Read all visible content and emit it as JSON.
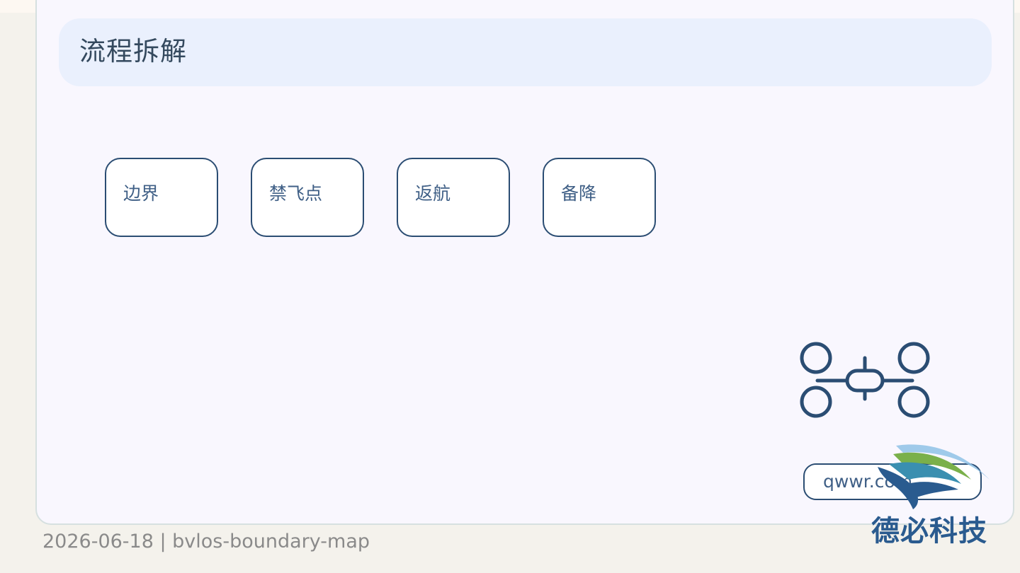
{
  "header": {
    "title": "流程拆解"
  },
  "steps": [
    {
      "label": "边界"
    },
    {
      "label": "禁飞点"
    },
    {
      "label": "返航"
    },
    {
      "label": "备降"
    }
  ],
  "decor": {
    "drone_icon": "drone-icon"
  },
  "link": {
    "url": "qwwr.com"
  },
  "footer": {
    "text": "2026-06-18 | bvlos-boundary-map"
  },
  "watermark": {
    "brand": "德必科技"
  },
  "colors": {
    "stroke": "#2b4d73",
    "card_bg": "#f9f7fe",
    "header_bg": "#eaf0fd",
    "brand": "#2a5b8f"
  }
}
